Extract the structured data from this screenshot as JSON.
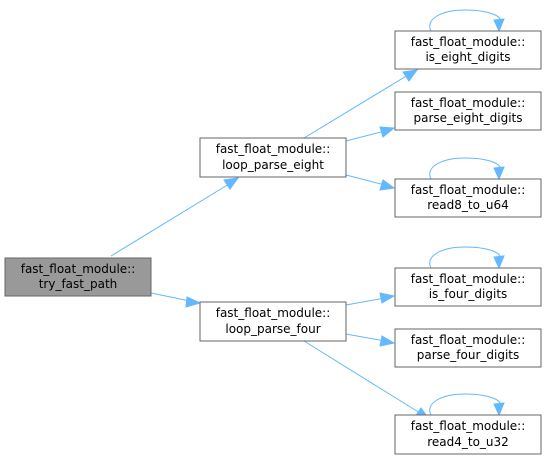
{
  "colors": {
    "edge": "#63b8ff",
    "root_fill": "#999999",
    "node_fill": "#ffffff",
    "border": "#666666"
  },
  "nodes": {
    "try_fast_path": {
      "line1": "fast_float_module::",
      "line2": "try_fast_path"
    },
    "loop_parse_eight": {
      "line1": "fast_float_module::",
      "line2": "loop_parse_eight"
    },
    "loop_parse_four": {
      "line1": "fast_float_module::",
      "line2": "loop_parse_four"
    },
    "is_eight_digits": {
      "line1": "fast_float_module::",
      "line2": "is_eight_digits"
    },
    "parse_eight_digits": {
      "line1": "fast_float_module::",
      "line2": "parse_eight_digits"
    },
    "read8_to_u64": {
      "line1": "fast_float_module::",
      "line2": "read8_to_u64"
    },
    "is_four_digits": {
      "line1": "fast_float_module::",
      "line2": "is_four_digits"
    },
    "parse_four_digits": {
      "line1": "fast_float_module::",
      "line2": "parse_four_digits"
    },
    "read4_to_u32": {
      "line1": "fast_float_module::",
      "line2": "read4_to_u32"
    }
  },
  "edges": [
    {
      "from": "try_fast_path",
      "to": "loop_parse_eight"
    },
    {
      "from": "try_fast_path",
      "to": "loop_parse_four"
    },
    {
      "from": "loop_parse_eight",
      "to": "is_eight_digits"
    },
    {
      "from": "loop_parse_eight",
      "to": "parse_eight_digits"
    },
    {
      "from": "loop_parse_eight",
      "to": "read8_to_u64"
    },
    {
      "from": "loop_parse_four",
      "to": "is_four_digits"
    },
    {
      "from": "loop_parse_four",
      "to": "parse_four_digits"
    },
    {
      "from": "loop_parse_four",
      "to": "read4_to_u32"
    },
    {
      "from": "is_eight_digits",
      "to": "is_eight_digits"
    },
    {
      "from": "read8_to_u64",
      "to": "read8_to_u64"
    },
    {
      "from": "is_four_digits",
      "to": "is_four_digits"
    },
    {
      "from": "read4_to_u32",
      "to": "read4_to_u32"
    }
  ]
}
